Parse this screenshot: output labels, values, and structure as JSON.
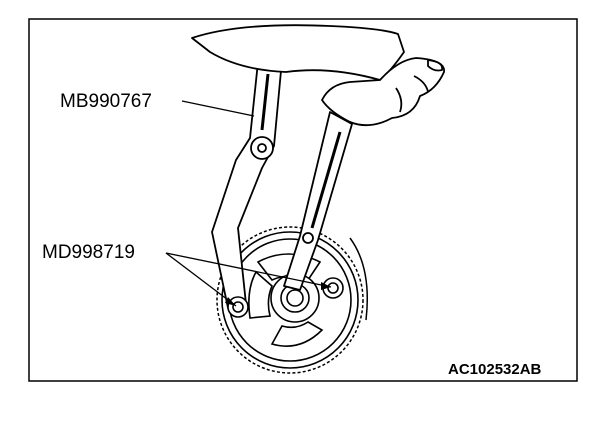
{
  "callouts": {
    "tool_upper": "MB990767",
    "tool_lower": "MD998719"
  },
  "figure_code": "AC102532AB",
  "colors": {
    "ink": "#000000",
    "paper": "#ffffff"
  }
}
